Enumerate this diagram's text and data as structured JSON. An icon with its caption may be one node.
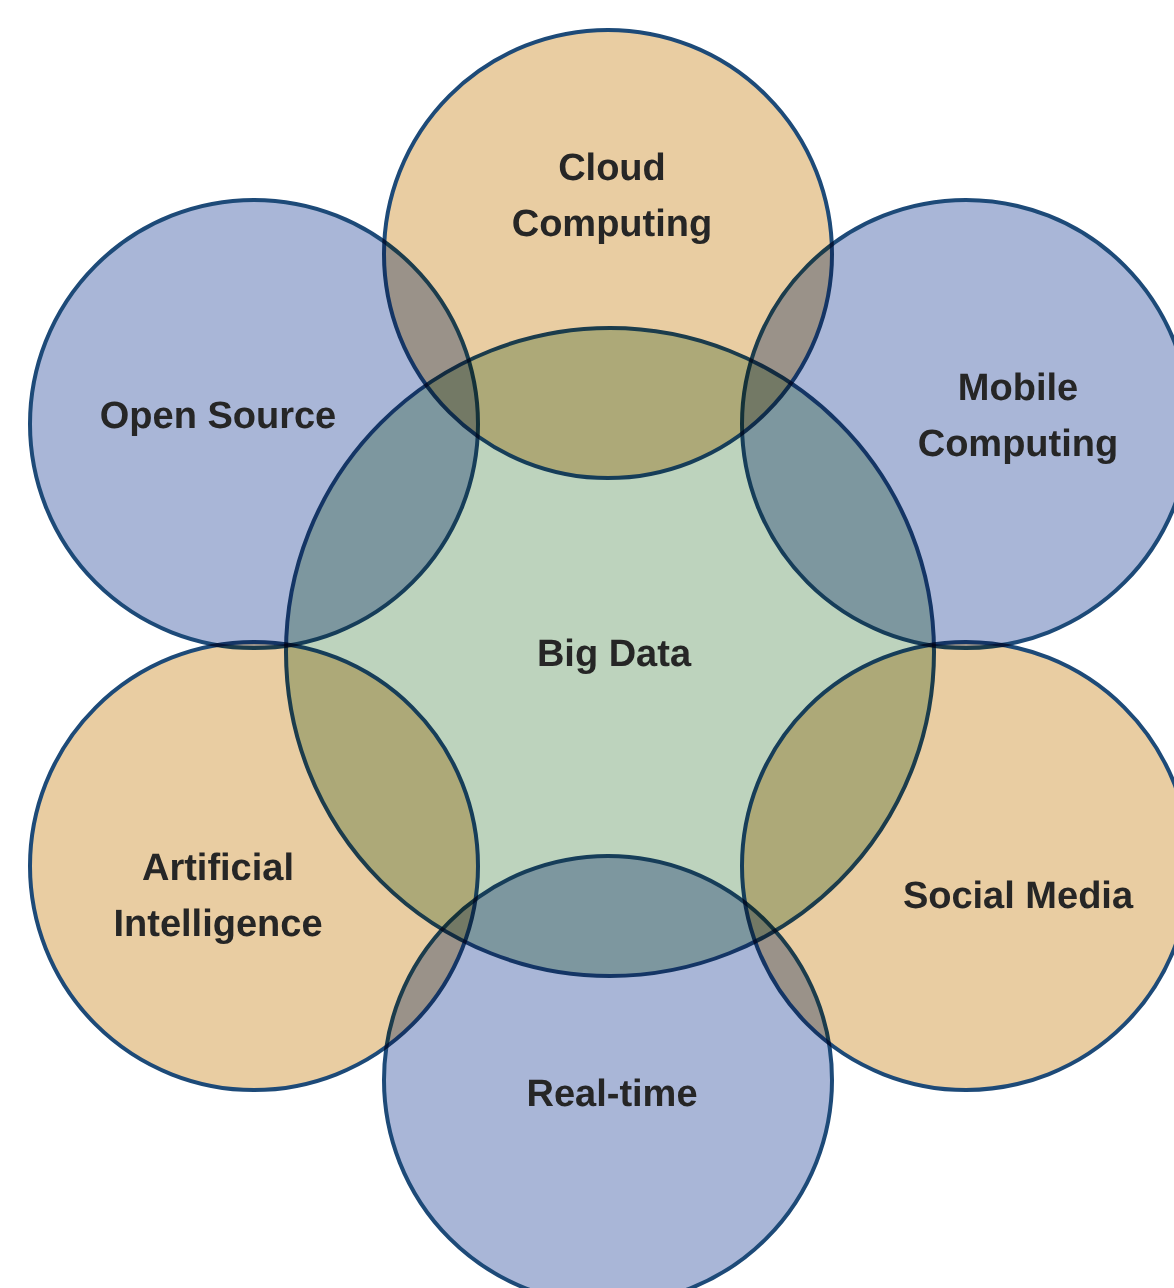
{
  "diagram": {
    "nodes": [
      {
        "text": [
          "Big Data"
        ]
      },
      {
        "text": [
          "Cloud Computing"
        ]
      },
      {
        "text": [
          "Open Source"
        ]
      },
      {
        "text": [
          "Mobile Computing"
        ]
      },
      {
        "text": [
          "Artificial Intelligence"
        ]
      },
      {
        "text": [
          "Social Media"
        ]
      },
      {
        "text": [
          "Real-time"
        ]
      }
    ]
  }
}
